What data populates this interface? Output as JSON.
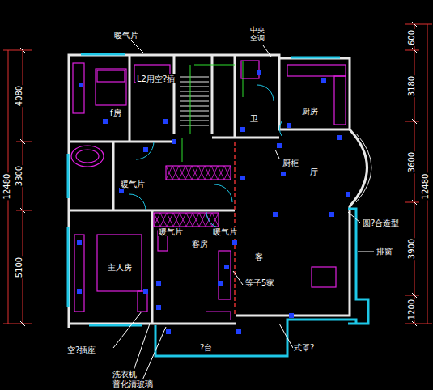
{
  "diagram": {
    "labels": [
      "暖气片",
      "中央 空调",
      "L2用空?插",
      "f房",
      "厨房",
      "卫",
      "厨柜",
      "暖气片",
      "厅",
      "暖气片",
      "暖气片",
      "客房",
      "客",
      "主人房",
      "等子5家",
      "圆?合造型",
      "排窗",
      "空?插座",
      "?台",
      "式罩?",
      "洗衣机",
      "普化清玻璃",
      "4080",
      "3300",
      "5100",
      "12480",
      "600",
      "3180",
      "3600",
      "3900",
      "1200",
      "12480"
    ]
  }
}
